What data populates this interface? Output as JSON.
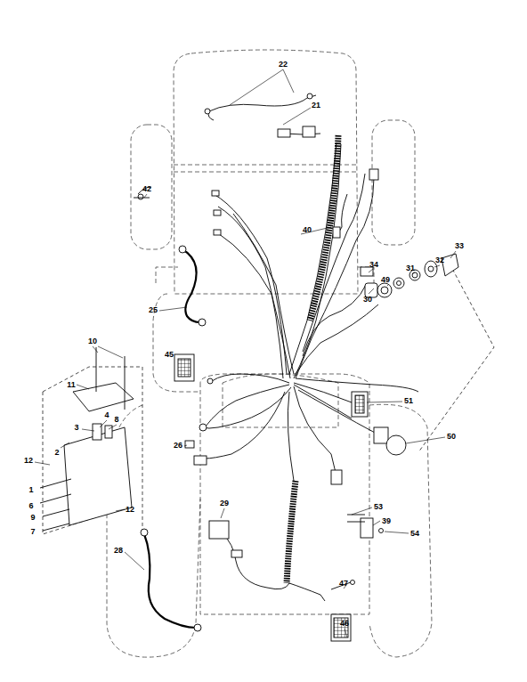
{
  "diagram": {
    "labels": [
      "22",
      "21",
      "42",
      "40",
      "33",
      "34",
      "30",
      "49",
      "31",
      "32",
      "25",
      "45",
      "10",
      "11",
      "4",
      "8",
      "3",
      "2",
      "12",
      "1",
      "6",
      "9",
      "7",
      "12",
      "26",
      "51",
      "50",
      "53",
      "39",
      "54",
      "29",
      "28",
      "47",
      "46"
    ]
  }
}
